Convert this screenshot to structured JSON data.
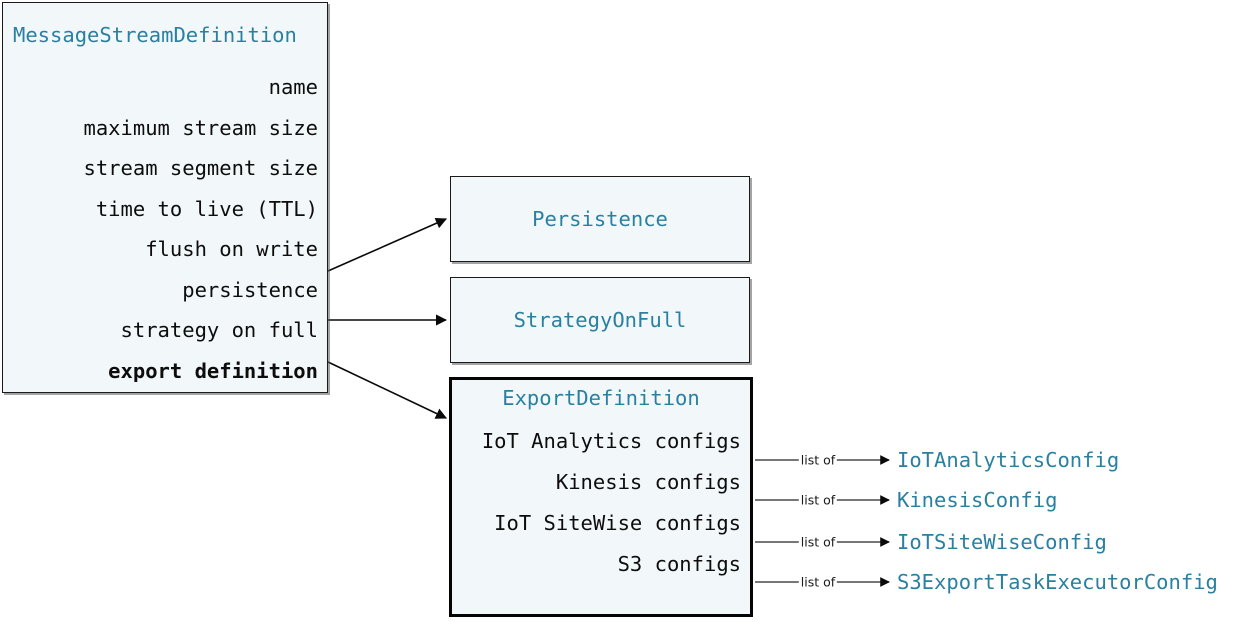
{
  "diagram": {
    "type": "uml-class-relationship-diagram",
    "colors": {
      "box_fill": "#f2f7fa",
      "title_text": "#2980a0",
      "body_text": "#0d0d0d",
      "border": "#1a1a1a",
      "background": "#ffffff"
    },
    "main_class": {
      "title": "MessageStreamDefinition",
      "fields": [
        "name",
        "maximum stream size",
        "stream segment size",
        "time to live (TTL)",
        "flush on write",
        "persistence",
        "strategy on full",
        "export definition"
      ],
      "highlighted_field": "export definition"
    },
    "related_classes": [
      {
        "title": "Persistence"
      },
      {
        "title": "StrategyOnFull"
      }
    ],
    "export_definition": {
      "title": "ExportDefinition",
      "fields": [
        "IoT Analytics configs",
        "Kinesis configs",
        "IoT SiteWise configs",
        "S3 configs"
      ]
    },
    "export_targets": [
      {
        "edge_label": "list of",
        "type_name": "IoTAnalyticsConfig"
      },
      {
        "edge_label": "list of",
        "type_name": "KinesisConfig"
      },
      {
        "edge_label": "list of",
        "type_name": "IoTSiteWiseConfig"
      },
      {
        "edge_label": "list of",
        "type_name": "S3ExportTaskExecutorConfig"
      }
    ]
  }
}
